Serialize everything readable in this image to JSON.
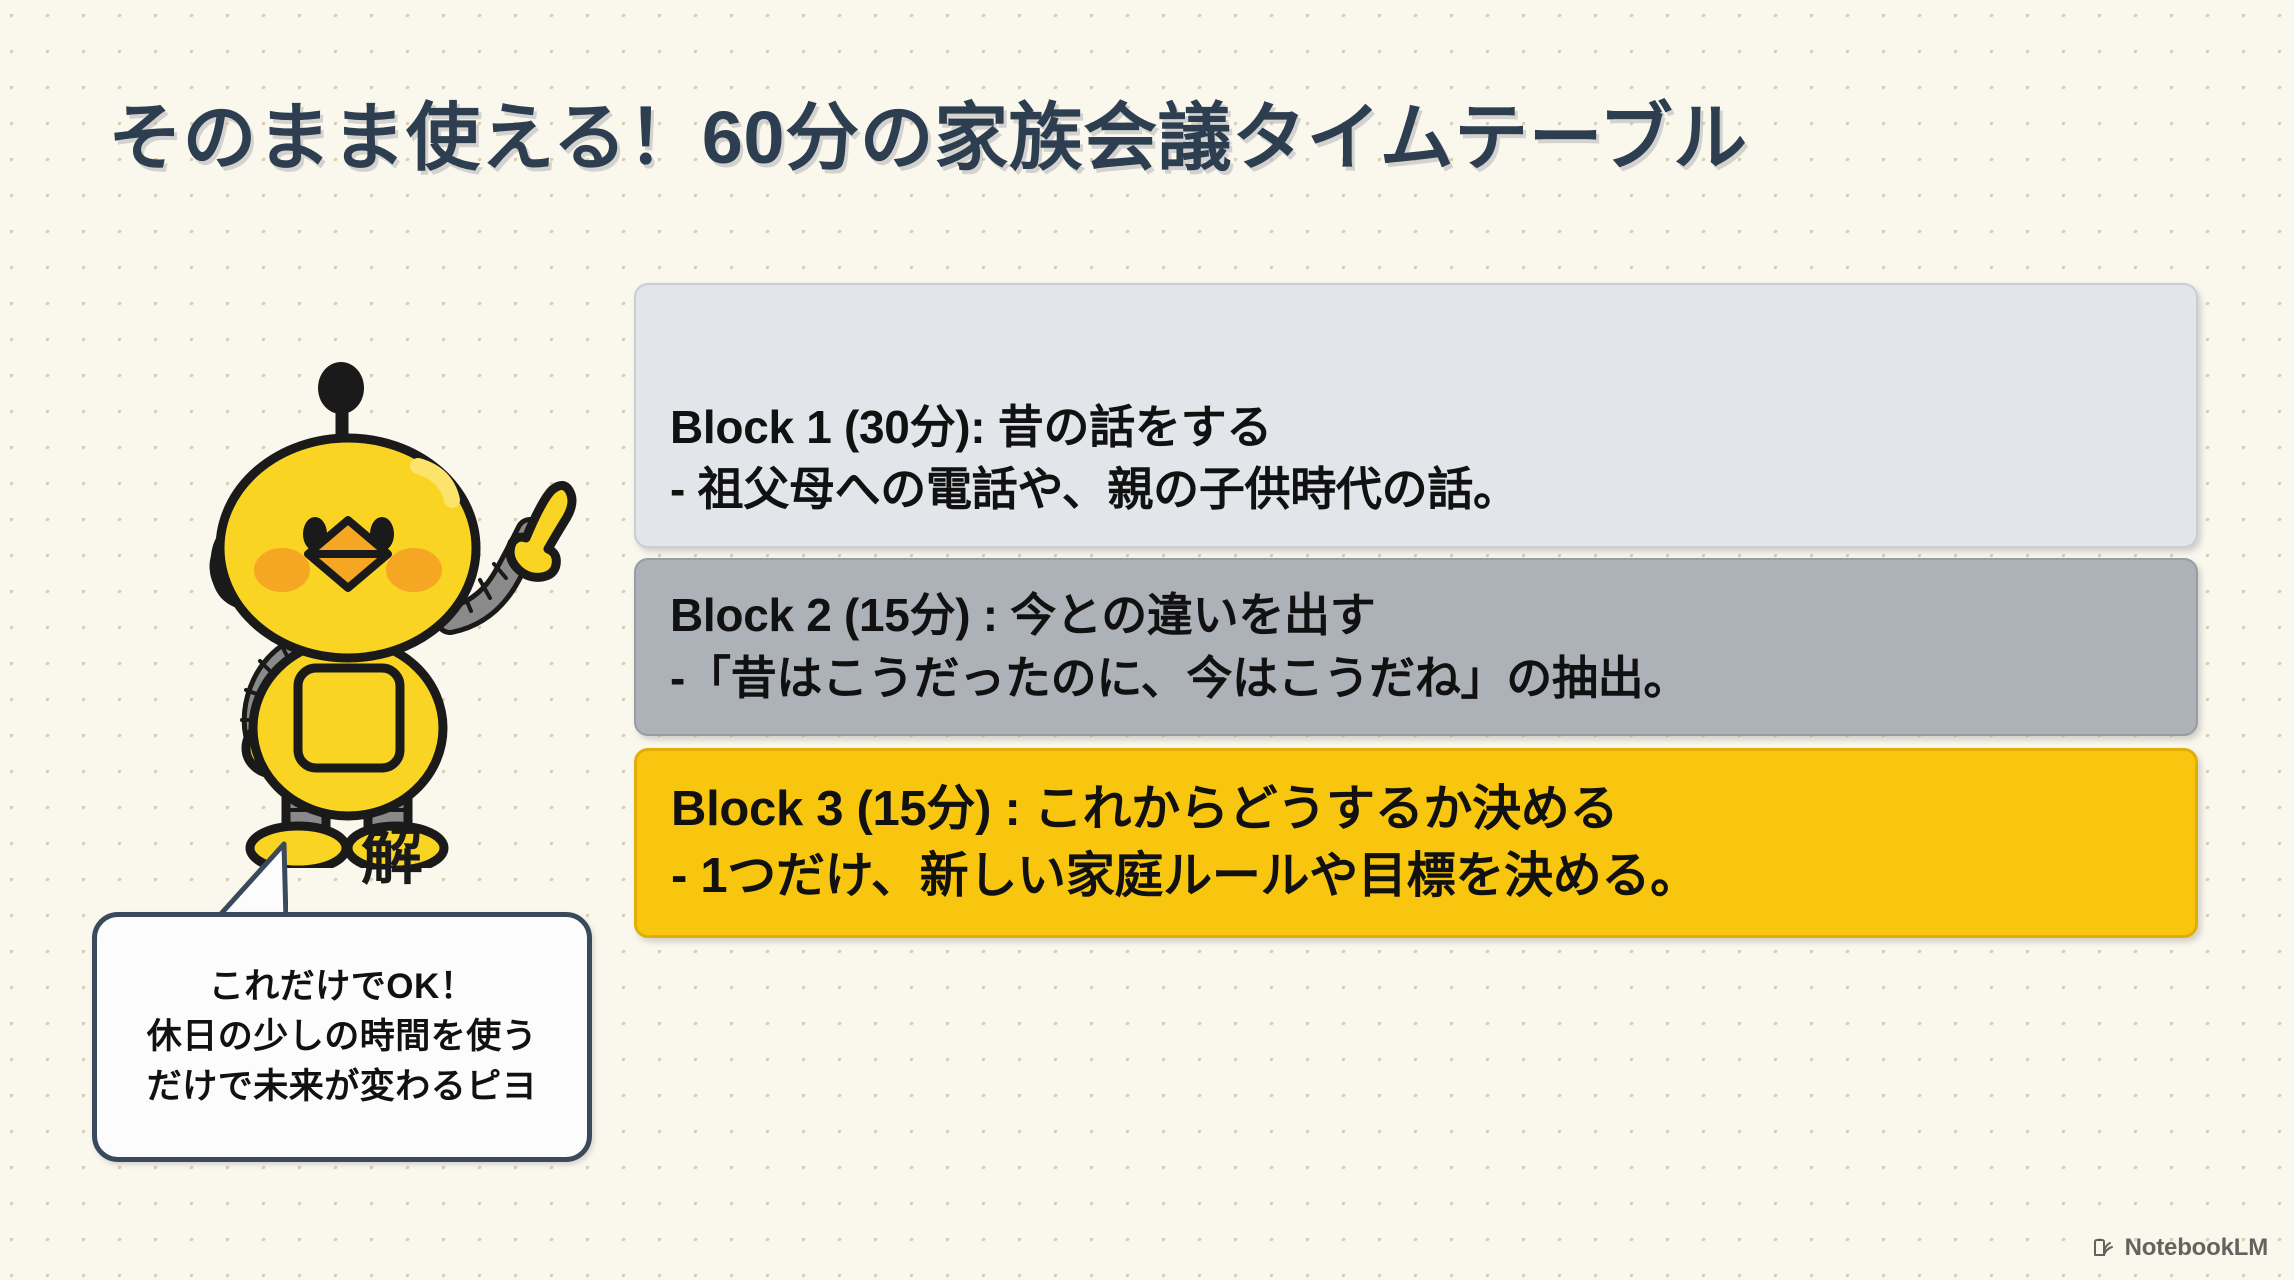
{
  "slide": {
    "title": "そのまま使える！60分の家族会議タイムテーブル",
    "background_color": "#FAF7ED",
    "dot_color": "#D9CFB4",
    "title_color": "#2D3E50"
  },
  "blocks": [
    {
      "id": "block-1",
      "heading": "Block 1 (30分): 昔の話をする",
      "detail": "- 祖父母への電話や、親の子供時代の話。",
      "background_color": "#E2E5EA",
      "text_color": "#111111"
    },
    {
      "id": "block-2",
      "heading": "Block 2 (15分) : 今との違いを出す",
      "detail": "-「昔はこうだったのに、今はこうだね」の抽出。",
      "background_color": "#ADB1B8",
      "text_color": "#111111"
    },
    {
      "id": "block-3",
      "heading": "Block 3 (15分) : これからどうするか決める",
      "detail": "- 1つだけ、新しい家庭ルールや目標を決める。",
      "background_color": "#F8C60F",
      "text_color": "#111111"
    }
  ],
  "mascot": {
    "name": "robot-chick-mascot",
    "belly_kanji": "解",
    "body_color": "#F9D423",
    "body_highlight": "#FCE36B",
    "metal_color": "#8A8A8A",
    "cheek_color": "#F5A623",
    "outline_color": "#1A1A1A"
  },
  "speech_bubble": {
    "line1": "これだけでOK！",
    "line2": "休日の少しの時間を使う",
    "line3": "だけで未来が変わるピヨ",
    "background_color": "#FCFCFC",
    "border_color": "#3A4A5C"
  },
  "watermark": {
    "label": "NotebookLM",
    "icon": "notebooklm-spiral-icon"
  }
}
